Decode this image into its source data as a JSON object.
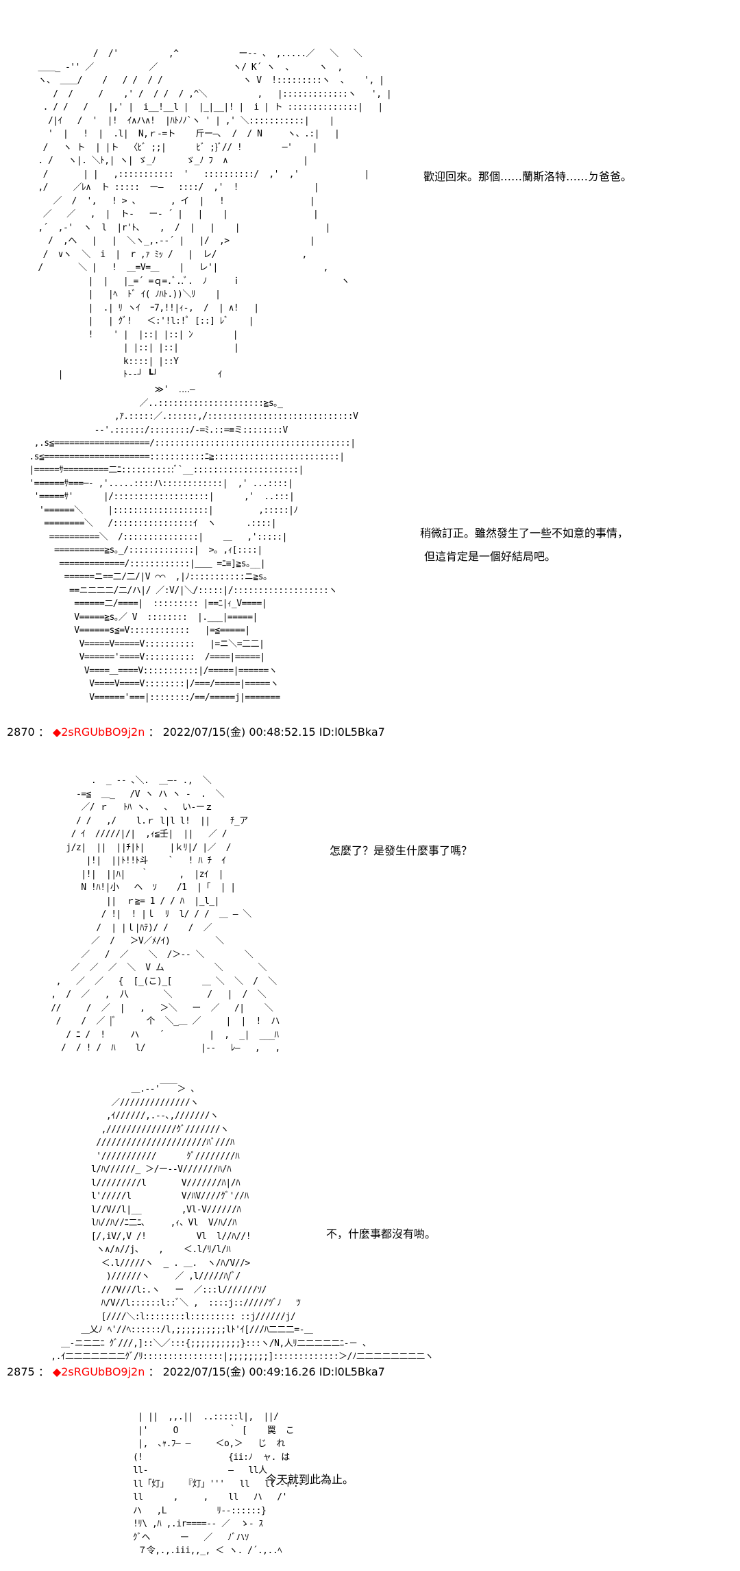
{
  "posts": [
    {
      "number": "2870",
      "sep": "：",
      "name": "◆2sRGUbBO9j2n",
      "sep2": "：",
      "datetime": "2022/07/15(金) 00:48:52.15",
      "id": "ID:l0L5Bka7",
      "accent_color": "#ff0000"
    },
    {
      "number": "2875",
      "sep": "：",
      "name": "◆2sRGUbBO9j2n",
      "sep2": "：",
      "datetime": "2022/07/15(金) 00:49:16.26",
      "id": "ID:l0L5Bka7",
      "accent_color": "#ff0000"
    }
  ],
  "dialogues": [
    [
      "歡迎回來。那個……蘭斯洛特……ㄉ爸爸。"
    ],
    [
      "稍微訂正。雖然發生了一些不如意的事情，",
      "但這肯定是一個好結局吧。"
    ],
    [
      "怎麼了？是發生什麼事了嗎？"
    ],
    [
      "不，什麼事都沒有喲。"
    ],
    [
      "今天就到此為止。"
    ]
  ],
  "art": [
    [
      "            /  /'          ,^            ー‐- 、 ,.....／   ＼   ＼",
      " ＿＿_ -'' ／           ／               ヽ/ K´ ヽ  、     ヽ  ,",
      " ヽ、 ＿＿/    /   / /  / /                ヽ V  !:::::::::ヽ  、   ', |",
      "    /  /     /    ,' /  / /  / ,^＼          ,   |:::::::::::::ヽ   ', |",
      "  . / /   /    |,' |  i__!__l |  |_|__|! |  i | ト ::::::::::::::|   |",
      "   /|ｲ   /  '  |!  ｲ∧ハ∧!  |ﾊﾄﾉﾉ`ヽ ' | ,' ＼:::::::::::|    |",
      "   '  |   !  |  .l|  N,ｒ‐=ト    斤ー―､  /  / N     ヽ、.:|   |",
      "  /   ヽ ト  | |ト  〈ﾋﾞ ;;|      ﾋﾞ ;}ﾞ// !        ─'    |",
      " . /   ヽ|. ＼ﾄ,| ヽ| ゞ_ﾉ      ゞ_ﾉ ﾌ  ∧               |",
      "  /       | |   ,:::::::::::  '   ::::::::::/  ,'  ,'             |",
      " ,/     ／ﾚ∧  ト :::::  ー―   ::::/  ,'  !               |",
      "    ／  /  ',   ! > 、      , イ  |   !                 |",
      "  ／   ／   ,  |  ト-   ー- ´ |   |    |                 |",
      " ,´  ,-'  ヽ  l  |r'ﾄ、   ,  /  |   |    |                 |",
      "   /  ,へ   |   |  ＼ヽ_,.-‐´ |   |/  ,>                |",
      "  /  ∨ヽ  ＼  i  |  r ,ｧ ﾐｯ /   |  レ/                 ,",
      " /       ＼ |   !  ＿=V=＿    |   レ'|                     ,",
      "           |  |   |_=´ =ｑ=.ﾞ..ﾞ.  ﾉ     ｉ                    ヽ",
      "           |   |ﾍ  ﾄﾞ ｲ( ﾉﾊﾄ.))＼ﾘ    |",
      "           |  .| ﾘ ヽｲ  ｰ7,!!|ｨ‐,  /  | ∧!   |",
      "           |   | ｸﾞ!   ＜:'!l:!ﾟ [::] ﾚﾞ    |",
      "           !    ' |  |::| |::| ﾝ        |",
      "                  | |::| |::|           |",
      "                  k::::| |::Y",
      "     |            ﾄ-‐┘ ┗┘            ｲ"
    ],
    [
      "                          ≫'  ‥‥―  ",
      "                       ／..:::::::::::::::::::::≧s｡_",
      "                  ,ｱ.:::::／.::::::,/:::::::::::::::::::::::::::::V",
      "              -‐'.::::::/::::::::/‐=ﾐ.::=≡ミ::::::::V",
      "  ,.s≦===================/:::::::::::::::::::::::::::::::::::::::|",
      " .s≦=====================:::::::::::ﾆ≧:::::::::::::::::::::::::|",
      " |=====ｻ=========二ﾆ:::::::::::ﾞ`__:::::::::::::::::::::|",
      " '======ｻ===─‐ ,'.....::::ハ::::::::::::|  ,' ...::::|",
      "  '=====ｻ'      |/:::::::::::::::::::|      ,'  ..:::|",
      "   '======＼     |:::::::::::::::::::|         ,:::::|ﾉ",
      "    ========＼   /::::::::::::::::ｲ  ヽ      .::::|",
      "     ==========＼  /:::::::::::::::|    ＿   ,':::::|",
      "      ==========≧s｡_/:::::::::::::|  >｡ ,ｨ[::::|",
      "       =============/::::::::::::|＿＿ =ﾆ≡]≧s｡__|",
      "        ======ニ==二/二/|V ⌒⌒  ,|ﾉ:::::::::::ニ≧s｡",
      "         ==ニ二二二/二/ハ|/ ／:V/|＼/:::::|/:::::::::::::::::::ヽ",
      "          ======二/====|  ::::::::: |==ﾆ|ｨ_V====|",
      "          V=====≧s｡／ V  ::::::::  |.___|=====|",
      "          V======s≦=V::::::::::::   |=≦=====|",
      "           V=====V=====V::::::::::   |=ニ＼=二二|",
      "           V======'====V::::::::::  /====|=====|",
      "            V====＿====V:::::::::::|/=====|======ヽ",
      "             V====V====V::::::::|/===/=====|=====ヽ",
      "             V======'===|::::::::/==/=====j|======="
    ],
    [
      "            .  _ -‐ ､＼.  ＿―‐ .,  ＼",
      "         -=≦  ＿_   /V ヽ ハ ヽ -  .  ＼",
      "          ／/ ｒ   ﾄﾊ ヽ、  、  い‐ーｚ",
      "         / /   ,/    l.ｒ l|l l!  ||    ﾁ_ア",
      "        / ｲ  /////|/|  ,ｨ≦壬|  ||   ／ /",
      "       j/z|  ||  ||ﾁ|ﾄ|     |ｋﾘ|/ |／  /",
      "           |!|  ||ﾄ!!ﾄ斗    `   ! ﾊ ﾁ  ｲ",
      "          |!|  ||ﾊ|   ｀      ,  |zｲ  |",
      "          N !ﾊ!|小   ヘ  ｿ    /1  |「  | |",
      "               ||  ｒ≧= 1 / / ﾊ  |_l_|",
      "              / !|  ! |ｌ  ﾘ  l/ / /  ＿ ― ＼",
      "             /  | |ｌ|ﾊﾃ)/ /    /  ／",
      "            ／  /   ＞V／ﾒ/ｲ)         ＼",
      "          ／   /  ／    ＼  /＞-‐ ＼        ＼",
      "        ／  ／  ／  ＼  V ム          ＼       ＼",
      "     ,   ／  ／   {  [_(こ)_[      ＿ ＼  ＼  /  ＼",
      "    ,  /  ／   ,  八       ＼       /   |  /  ＼",
      "    //     /  ／  |   ,   ＞＼   ー  ／   /|    ＼",
      "     /    /  ／ |ﾞ      个  ＼_＿ ／     |  |  !  ハ",
      "       / ﾆ /  !     ハ    ´         |  ,  _|  ___ﾊ",
      "      /  / ! /  ﾊ    l/           |‐‐   ﾚ―   ,   ,"
    ],
    [
      "                    ＿.-‐'￣￣＞ 、",
      "                ／//////////////ヽ",
      "               ,ｲ//////,.-‐､,///////ヽ",
      "              ,//////////////ｸﾞ///////ヽ",
      "             //////////////////////ﾊﾞ///ﾊ",
      "             '///////////      ｸﾞ////////ﾊ",
      "            l/ﾊ//////_ ＞/ー-‐V///////ﾊ/ﾊ",
      "            l/////////l       V///////ﾊ|/ﾊ",
      "            l'/////l          V/ﾊV////ｸﾞ'//ﾊ",
      "            l//V//l|__        ,Vl-V//////ﾊ",
      "            lﾊ//ﾊ//ﾆ二ﾆ､     ,ｨ、Vl  V/ﾊ//ﾊ",
      "            [/,iV/,V /!          Vl  l//ﾊ//!",
      "             ヽ∧/∧//j、   ,    ＜.l/ﾘ/l/ﾊ",
      "              ＜.l/////ヽ  _ . ＿.  ヽ/ﾊ/V//>",
      "               )//////ヽ     ／ ,l/////ﾊ/ﾞ/",
      "              ///V///l:.ヽ   ー  ／:::l///////ｿ/",
      "              ﾊ/V//l::::::l::ﾞ＼ ,  ::::j:://///ﾂﾞﾉ   ﾂ",
      "              [////＼:l::::::::l::::::::: ::j//////j/",
      "          ＿乂ﾉ ﾍ'//ﾍ::::::/l,;;;;;;;;;;lﾄ'ｲ[///ﾊ二二二=‐＿",
      "      ＿‐ニ二二ﾆ ｸﾞ///,]::＼／:::{;;;;;;;;;;}:::ヽ/N,人ﾘ二二二二二ﾆ‐－ 、",
      "    ,.ｲ二二二二二二二ｸﾞ/ﾘ::::::::::::::::|;;;;;;;;]:::::::::::::＞/ﾉ二二二二二二二二ヽ"
    ],
    [
      "       | ||  ,,.||  ..:::::l|,  ||/",
      "       |'     O          ｀ [    罠  こ",
      "       |,  ､ｬ.ﾌ― ―     ＜o,＞   じ  れ",
      "      (!                 {ii:ﾉ  ャ. は",
      "      ll-                ―   ll人",
      "      ll「灯」   『灯」'''   ll   ll--ｒ.--",
      "      ll      ,     ,    ll   ハ   /'",
      "      ハ   ,L          ﾘ-‐::::::}",
      "      !ﾘ\\ ,ﾊ ,.ir====-‐ ／  ゝ‐ ｽ",
      "      ｸﾞヘ      ー   ／   ﾉﾞハｿ",
      "       ７令,.,.iii,,_, ＜ ヽ. /´.,..ﾍ"
    ]
  ]
}
